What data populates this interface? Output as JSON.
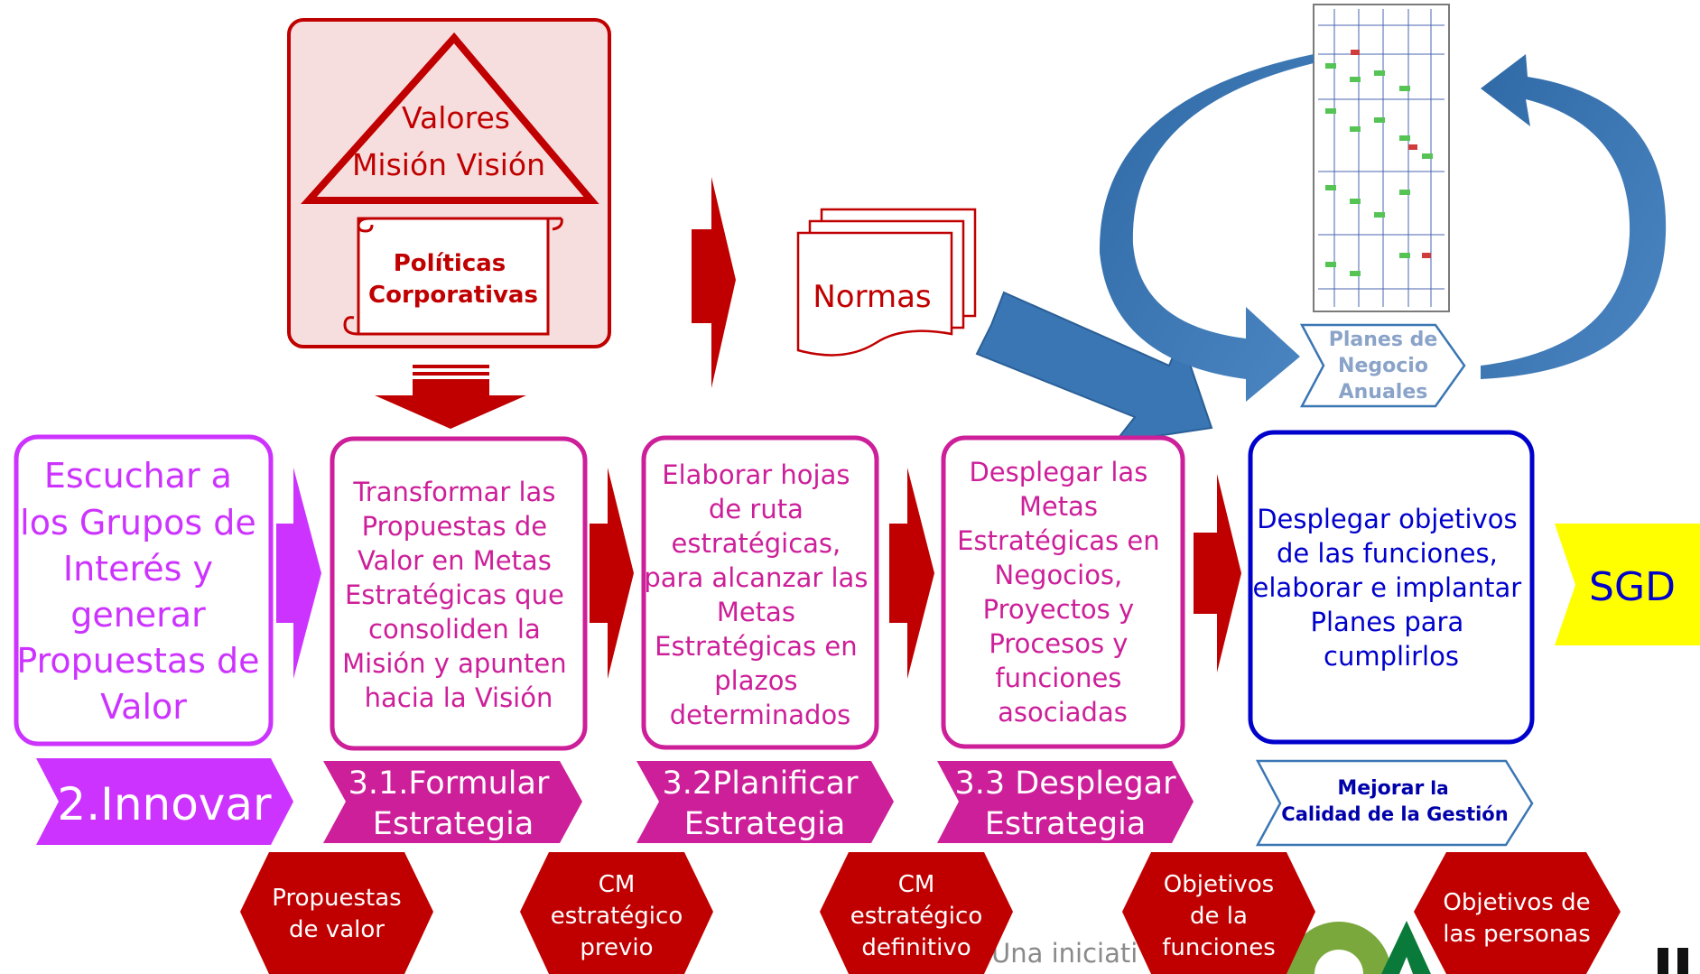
{
  "top": {
    "triangle_line1": "Valores",
    "triangle_line2": "Misión Visión",
    "scroll_line1": "Políticas",
    "scroll_line2": "Corporativas",
    "normas": "Normas",
    "planes_line1": "Planes de",
    "planes_line2": "Negocio",
    "planes_line3": "Anuales"
  },
  "steps": [
    {
      "lines": [
        "Escuchar a",
        "los Grupos de",
        "Interés y",
        "generar",
        "Propuestas de",
        "Valor"
      ],
      "label": "2.Innovar",
      "color": "#cc33ff"
    },
    {
      "lines": [
        "Transformar las",
        "Propuestas de",
        "Valor en Metas",
        "Estratégicas que",
        "consoliden la",
        "Misión y apunten",
        "hacia la Visión"
      ],
      "label_line1": "3.1.Formular",
      "label_line2": "Estrategia",
      "color": "#cc1f99"
    },
    {
      "lines": [
        "Elaborar hojas",
        "de ruta",
        "estratégicas,",
        "para alcanzar las",
        "Metas",
        "Estratégicas en",
        "plazos",
        "determinados"
      ],
      "label_line1": "3.2Planificar",
      "label_line2": "Estrategia",
      "color": "#cc1f99"
    },
    {
      "lines": [
        "Desplegar las",
        "Metas",
        "Estratégicas en",
        "Negocios,",
        "Proyectos y",
        "Procesos y",
        "funciones",
        "asociadas"
      ],
      "label_line1": "3.3 Desplegar",
      "label_line2": "Estrategia",
      "color": "#cc1f99"
    },
    {
      "lines": [
        "Desplegar objetivos",
        "de las funciones,",
        "elaborar e implantar",
        "Planes para",
        "cumplirlos"
      ],
      "label_line1_bold": "Mejorar",
      "label_line1_rest": " la",
      "label_line2": "Calidad de la Gestión",
      "color": "#0000cc"
    }
  ],
  "sgd": "SGD",
  "hexagons": [
    {
      "lines": [
        "Propuestas",
        "de valor"
      ]
    },
    {
      "lines": [
        "CM",
        "estratégico",
        "previo"
      ]
    },
    {
      "lines": [
        "CM",
        "estratégico",
        "definitivo"
      ]
    },
    {
      "lines": [
        "Objetivos",
        "de la",
        "funciones"
      ]
    },
    {
      "lines": [
        "Objetivos de",
        "las personas"
      ]
    }
  ],
  "footer": "Una iniciati",
  "colors": {
    "red": "#c00000",
    "magenta": "#cc1f99",
    "purple": "#cc33ff",
    "blue": "#0000cc",
    "steel_blue": "#3a76b4",
    "yellow": "#ffff00"
  }
}
